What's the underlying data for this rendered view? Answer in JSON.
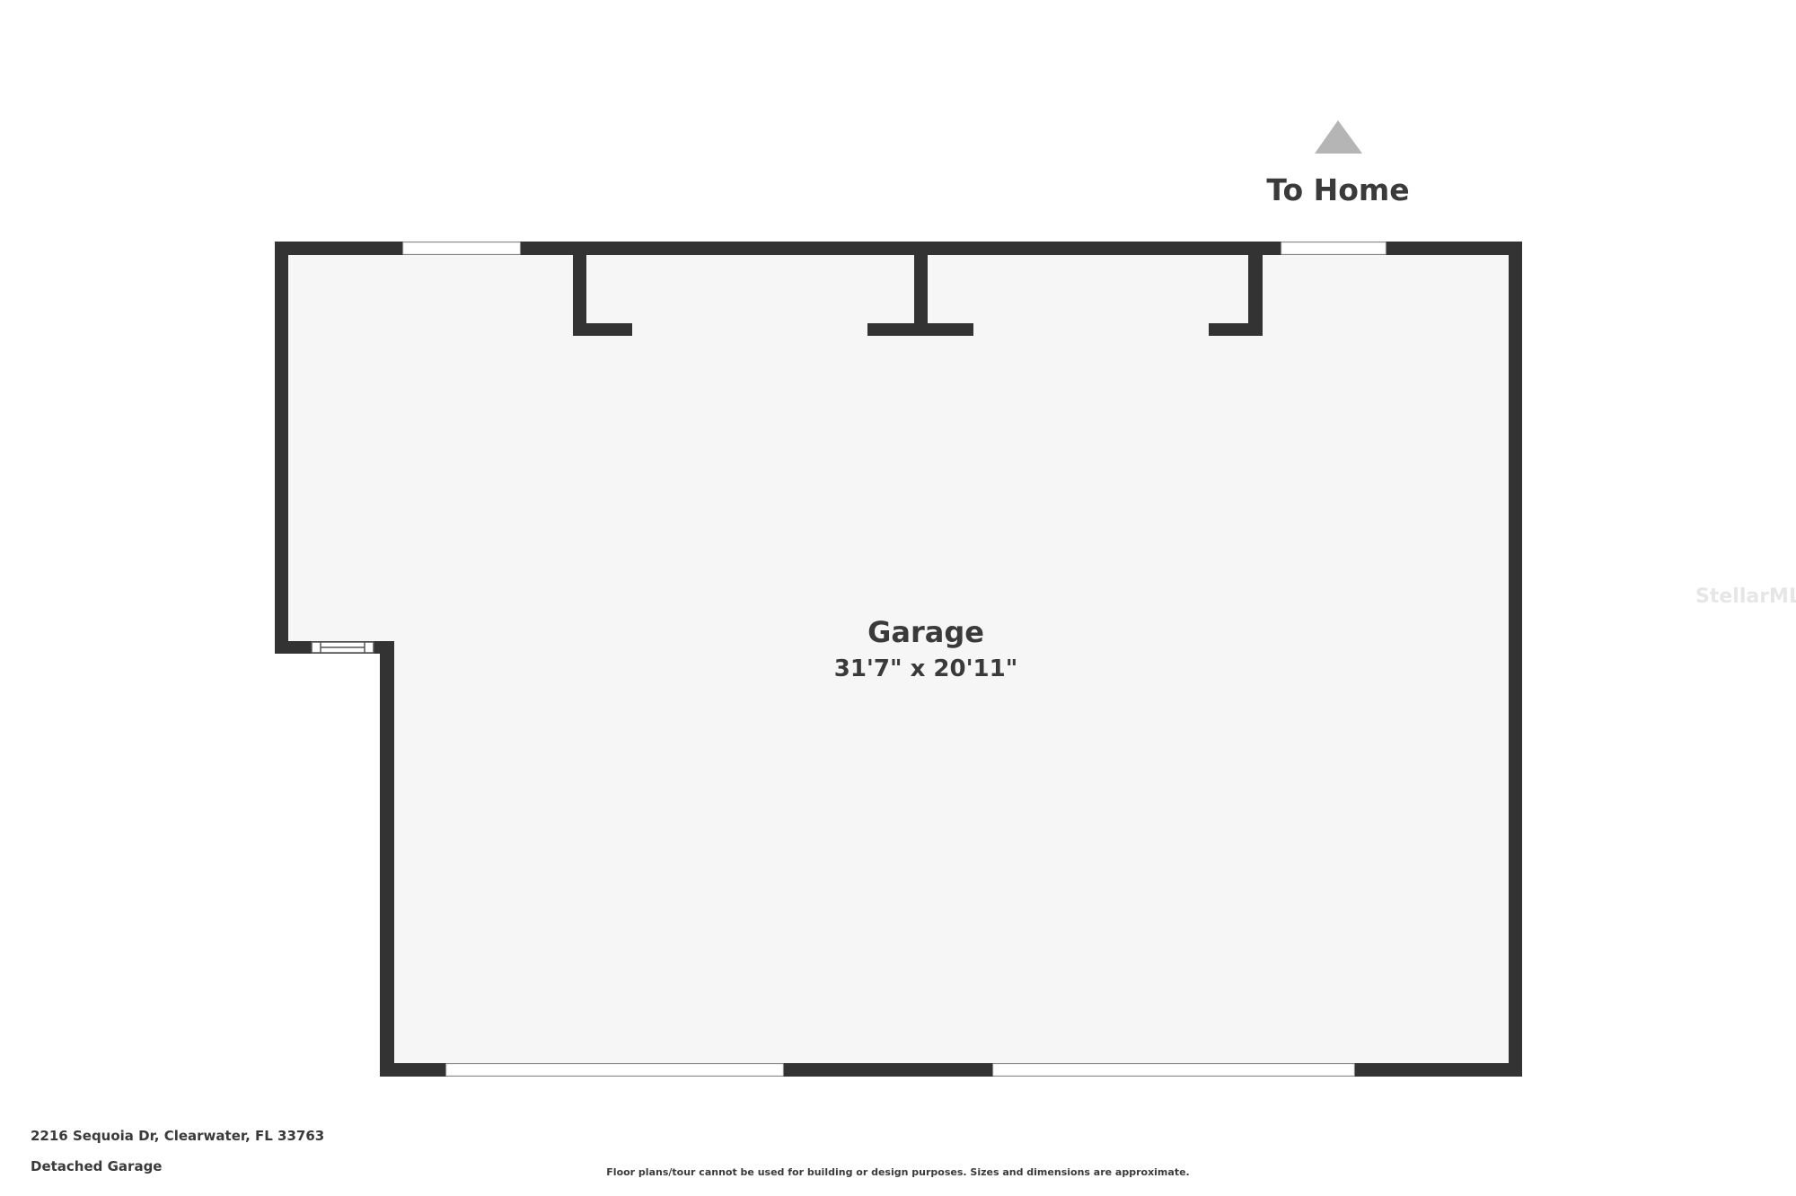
{
  "orientation": {
    "label": "To Home",
    "arrow_icon": "triangle-up-icon"
  },
  "room": {
    "name": "Garage",
    "dimensions": "31'7\" x 20'11\""
  },
  "footer": {
    "address": "2216 Sequoia Dr, Clearwater, FL 33763",
    "floor_name": "Detached Garage",
    "disclaimer": "Floor plans/tour cannot be used for building or design purposes. Sizes and dimensions are approximate."
  },
  "watermark": "StellarMLS",
  "colors": {
    "wall": "#333333",
    "floor": "#f6f6f6",
    "arrow": "#b5b5b5",
    "opening": "#ffffff"
  }
}
